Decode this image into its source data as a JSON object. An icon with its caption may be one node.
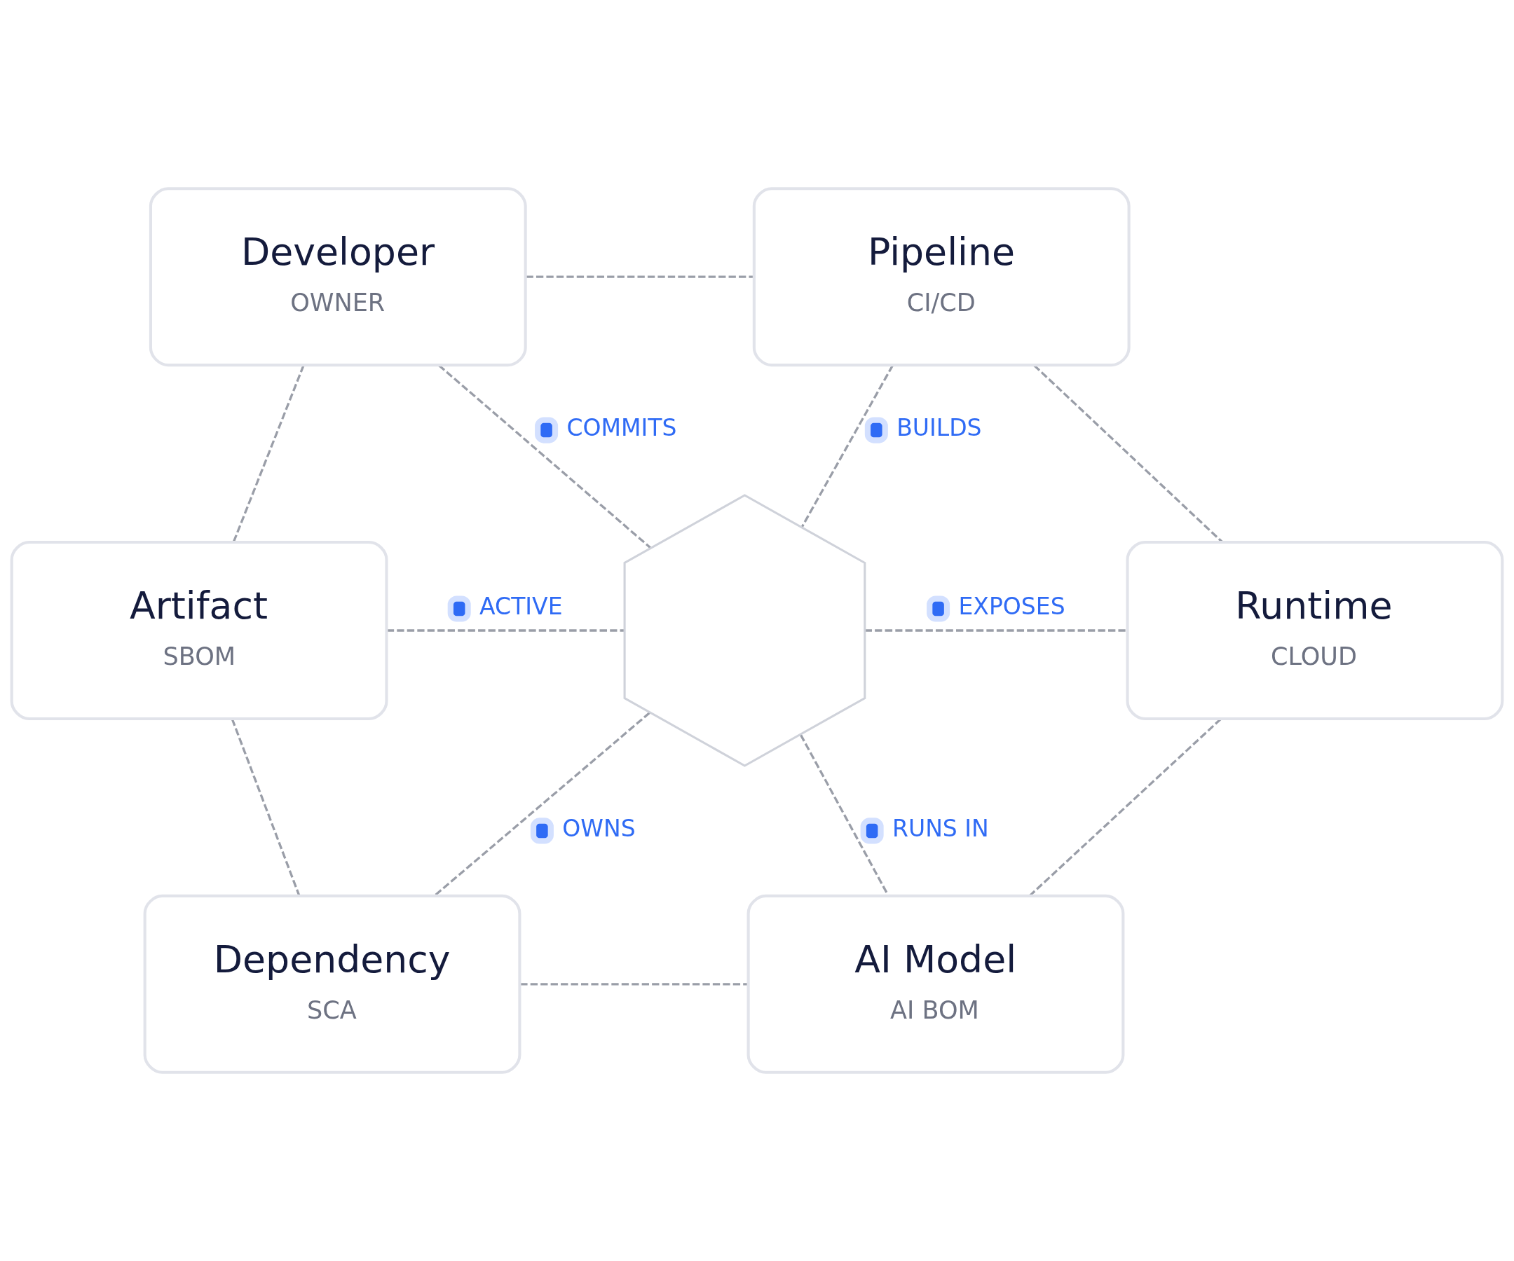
{
  "diagram": {
    "nodes": [
      {
        "text": [
          "Developer",
          "OWNER"
        ]
      },
      {
        "text": [
          "Pipeline",
          "CI/CD"
        ]
      },
      {
        "text": [
          "Artifact",
          "SBOM"
        ]
      },
      {
        "text": [],
        "shape": "hexagon"
      },
      {
        "text": [
          "Runtime",
          "CLOUD"
        ]
      },
      {
        "text": [
          "Dependency",
          "SCA"
        ]
      },
      {
        "text": [
          "AI Model",
          "AI BOM"
        ]
      }
    ],
    "edges": [
      {
        "from": 0,
        "to": 3,
        "arrow": "none",
        "label": "COMMITS",
        "style": "dashed"
      },
      {
        "from": 1,
        "to": 3,
        "arrow": "none",
        "label": "BUILDS",
        "style": "dashed"
      },
      {
        "from": 2,
        "to": 3,
        "arrow": "none",
        "label": "ACTIVE",
        "style": "dashed"
      },
      {
        "from": 3,
        "to": 4,
        "arrow": "none",
        "label": "EXPOSES",
        "style": "dashed"
      },
      {
        "from": 3,
        "to": 5,
        "arrow": "none",
        "label": "OWNS",
        "style": "dashed"
      },
      {
        "from": 3,
        "to": 6,
        "arrow": "none",
        "label": "RUNS IN",
        "style": "dashed"
      },
      {
        "from": 0,
        "to": 1,
        "arrow": "none",
        "style": "dashed"
      },
      {
        "from": 1,
        "to": 4,
        "arrow": "none",
        "style": "dashed"
      },
      {
        "from": 4,
        "to": 6,
        "arrow": "none",
        "style": "dashed"
      },
      {
        "from": 5,
        "to": 6,
        "arrow": "none",
        "style": "dashed"
      },
      {
        "from": 2,
        "to": 5,
        "arrow": "none",
        "style": "dashed"
      },
      {
        "from": 0,
        "to": 2,
        "arrow": "none",
        "style": "dashed"
      }
    ]
  }
}
